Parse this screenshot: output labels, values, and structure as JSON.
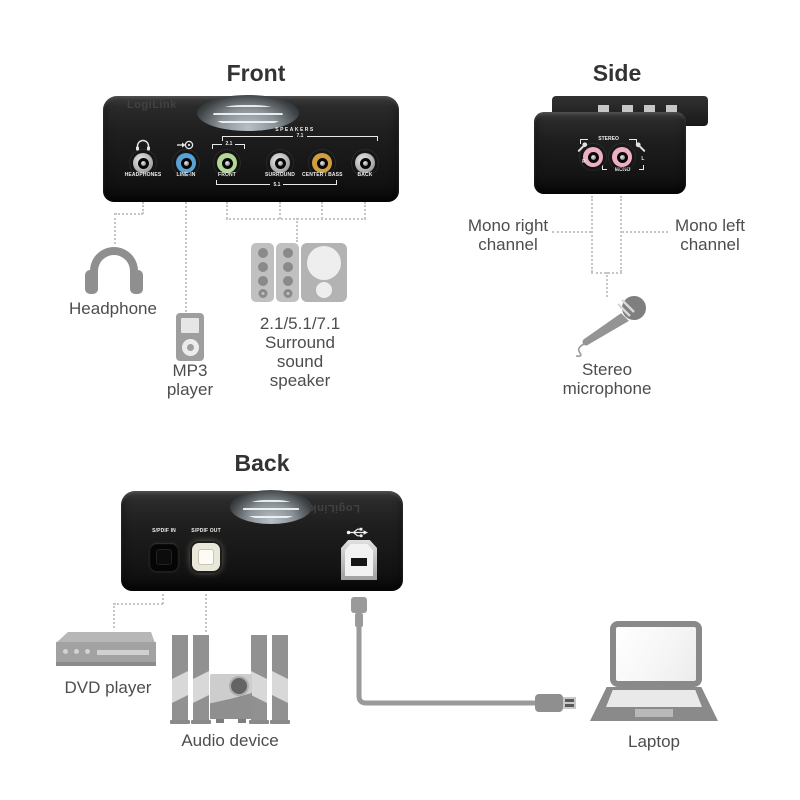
{
  "front": {
    "title": "Front",
    "brand": "LogiLink",
    "panel": {
      "speakers_heading": "SPEAKERS",
      "bracket_71": "7.1",
      "bracket_21": "2.1",
      "bracket_51": "5.1",
      "jack_headphones": "HEADPHONES",
      "jack_line_in": "LINE-IN",
      "jack_front": "FRONT",
      "jack_surround": "SURROUND",
      "jack_center_bass": "CENTER / BASS",
      "jack_back": "BACK"
    },
    "connections": {
      "headphone": "Headphone",
      "mp3_line1": "MP3",
      "mp3_line2": "player",
      "speakers_line1": "2.1/5.1/7.1",
      "speakers_line2": "Surround sound",
      "speakers_line3": "speaker"
    }
  },
  "side": {
    "title": "Side",
    "panel": {
      "stereo": "STEREO",
      "mono": "MONO",
      "right_jack": "R",
      "left_jack": "L"
    },
    "connections": {
      "mono_right_line1": "Mono right",
      "mono_right_line2": "channel",
      "mono_left_line1": "Mono left",
      "mono_left_line2": "channel",
      "mic_line1": "Stereo",
      "mic_line2": "microphone"
    }
  },
  "back": {
    "title": "Back",
    "brand": "LogiLink",
    "panel": {
      "spdif_in": "S/PDIF IN",
      "spdif_out": "S/PDIF OUT"
    },
    "connections": {
      "dvd": "DVD player",
      "audio": "Audio device",
      "laptop": "Laptop"
    }
  },
  "colors": {
    "background": "#ffffff",
    "device_body": "#1c1c1c",
    "title_text": "#333333",
    "label_text": "#4d4d4d",
    "panel_text": "#ededed",
    "icon_grey": "#8f8f8f",
    "dotted_line": "#c6c6c6",
    "jack_line_in": "#57a3d4",
    "jack_front": "#b3d795",
    "jack_center_bass": "#cf9e3d",
    "jack_mic_pink": "#eeafc3",
    "jack_metal": "#bcbcbc"
  }
}
